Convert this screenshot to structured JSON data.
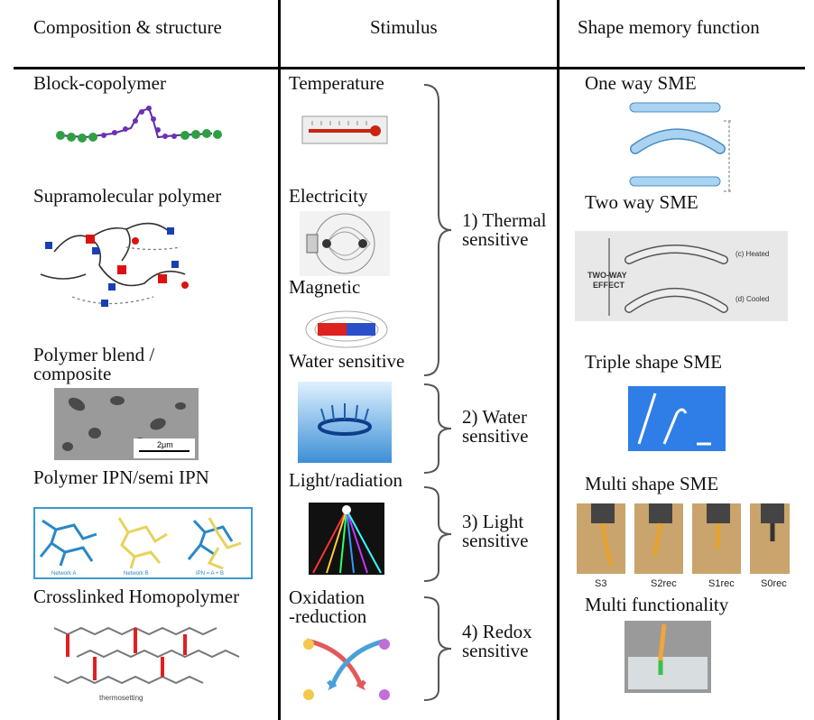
{
  "headers": {
    "composition": "Composition & structure",
    "stimulus": "Stimulus",
    "function": "Shape memory function"
  },
  "composition": [
    {
      "label": "Block-copolymer"
    },
    {
      "label": "Supramolecular polymer"
    },
    {
      "label": "Polymer blend /\ncomposite",
      "image_text": "2μm"
    },
    {
      "label": "Polymer IPN/semi IPN",
      "image_text": [
        "Network A",
        "Network B",
        "IPN = A + B"
      ]
    },
    {
      "label": "Crosslinked Homopolymer",
      "image_text": "thermosetting"
    }
  ],
  "stimulus": [
    {
      "label": "Temperature"
    },
    {
      "label": "Electricity"
    },
    {
      "label": "Magnetic"
    },
    {
      "label": "Water sensitive"
    },
    {
      "label": "Light/radiation"
    },
    {
      "label": "Oxidation\n-reduction"
    }
  ],
  "categories": [
    {
      "label": "1) Thermal\nsensitive"
    },
    {
      "label": "2) Water\nsensitive"
    },
    {
      "label": "3) Light\nsensitive"
    },
    {
      "label": "4) Redox\nsensitive"
    }
  ],
  "functions": [
    {
      "label": "One way SME"
    },
    {
      "label": "Two way SME",
      "image_text": {
        "effect": "TWO-WAY\nEFFECT",
        "heated": "(c)   Heated",
        "cooled": "(d)   Cooled"
      }
    },
    {
      "label": "Triple shape SME"
    },
    {
      "label": "Multi shape SME",
      "image_text": [
        "S3",
        "S2rec",
        "S1rec",
        "S0rec"
      ]
    },
    {
      "label": "Multi functionality"
    }
  ]
}
